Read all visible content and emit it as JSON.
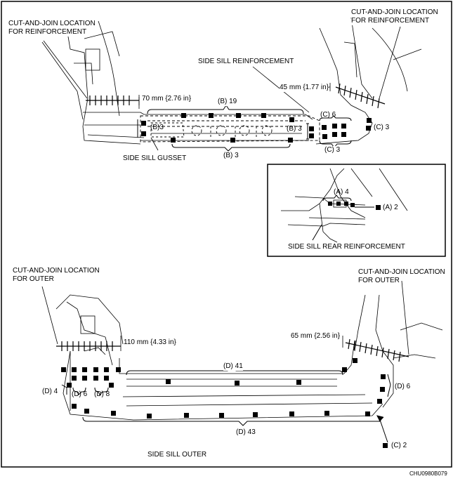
{
  "labels": {
    "cut_join_reinf_left_1": "CUT-AND-JOIN LOCATION",
    "cut_join_reinf_left_2": "FOR REINFORCEMENT",
    "cut_join_reinf_right_1": "CUT-AND-JOIN LOCATION",
    "cut_join_reinf_right_2": "FOR REINFORCEMENT",
    "side_sill_reinforcement": "SIDE SILL REINFORCEMENT",
    "dim_70": "70 mm {2.76 in}",
    "dim_45": "45 mm {1.77 in}",
    "b19": "(B) 19",
    "b3_left": "(B)3",
    "b3_right": "(B) 3",
    "b3_bottom": "(B) 3",
    "c6": "(C) 6",
    "c3_right": "(C) 3",
    "c3_bottom": "(C) 3",
    "side_sill_gusset": "SIDE SILL GUSSET",
    "a4": "(A) 4",
    "a2": "(A) 2",
    "side_sill_rear_reinforcement": "SIDE SILL REAR REINFORCEMENT",
    "cut_join_outer_left_1": "CUT-AND-JOIN LOCATION",
    "cut_join_outer_left_2": "FOR OUTER",
    "cut_join_outer_right_1": "CUT-AND-JOIN LOCATION",
    "cut_join_outer_right_2": "FOR OUTER",
    "dim_110": "110 mm {4.33 in}",
    "dim_65": "65 mm {2.56 in}",
    "d41": "(D) 41",
    "d4": "(D) 4",
    "d6_left": "(D) 6",
    "d8": "(D) 8",
    "d6_right": "(D) 6",
    "d43": "(D) 43",
    "c2": "(C) 2",
    "side_sill_outer": "SIDE SILL OUTER",
    "figure_code": "CHU0980B079"
  }
}
